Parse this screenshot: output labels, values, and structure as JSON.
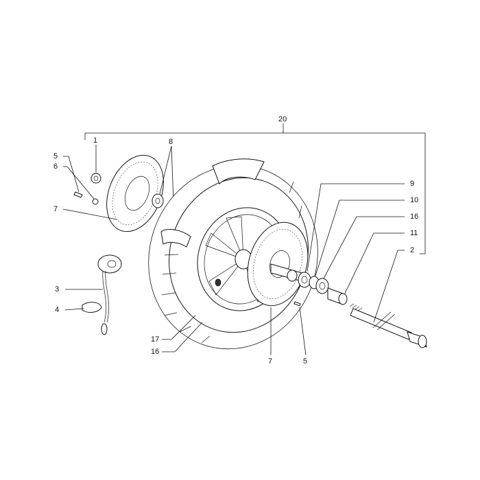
{
  "diagram": {
    "colors": {
      "line": "#111111",
      "background": "#ffffff"
    },
    "callouts": {
      "group": "20",
      "nut": "1",
      "axle": "2",
      "cable": "3",
      "clip": "4",
      "screw_left": "5",
      "washer_left": "6",
      "disc_left": "7",
      "bearings": "8",
      "spacer_ring": "9",
      "seal": "10",
      "bearing_right": "16",
      "bushing": "11",
      "wheel_left": "17",
      "wheel_left_b": "16",
      "disc_bottom": "7",
      "screw_bottom": "5"
    }
  }
}
